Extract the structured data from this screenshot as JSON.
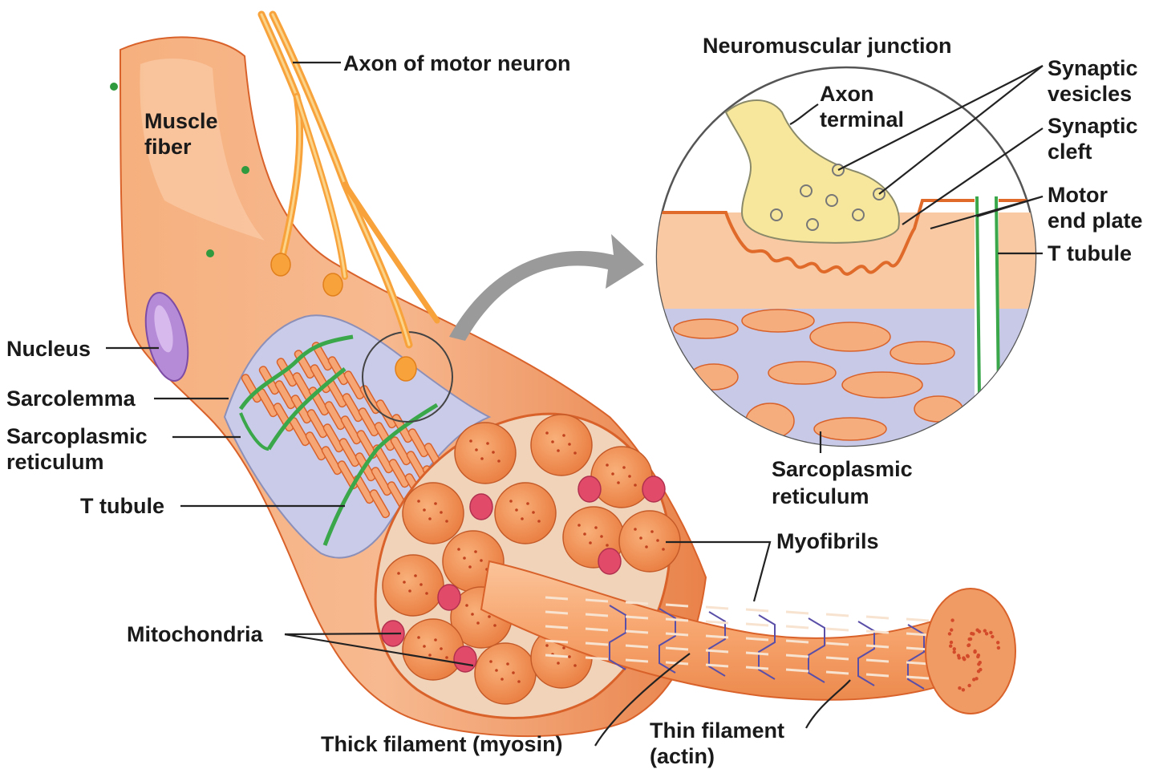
{
  "labels": {
    "axon_of_motor_neuron": "Axon of motor neuron",
    "muscle_fiber": [
      "Muscle",
      "fiber"
    ],
    "nucleus": "Nucleus",
    "sarcolemma": "Sarcolemma",
    "sarcoplasmic_reticulum_left": [
      "Sarcoplasmic",
      "reticulum"
    ],
    "t_tubule_left": "T tubule",
    "mitochondria": "Mitochondria",
    "thick_filament": "Thick filament (myosin)",
    "thin_filament": [
      "Thin filament",
      "(actin)"
    ],
    "myofibrils": "Myofibrils",
    "neuromuscular_junction": "Neuromuscular junction",
    "axon_terminal": [
      "Axon",
      "terminal"
    ],
    "synaptic_vesicles": [
      "Synaptic",
      "vesicles"
    ],
    "synaptic_cleft": [
      "Synaptic",
      "cleft"
    ],
    "motor_end_plate": [
      "Motor",
      "end plate"
    ],
    "t_tubule_right": "T tubule",
    "sarcoplasmic_reticulum_right": [
      "Sarcoplasmic",
      "reticulum"
    ]
  },
  "colors": {
    "muscle_fill": "#f4a06a",
    "muscle_light": "#fbc79c",
    "muscle_edge": "#d9622b",
    "axon": "#f7a23a",
    "t_tubule": "#3aa84a",
    "sr_fill": "#c7c9e6",
    "nucleus": "#a77ac8",
    "mitochondria": "#e24a6a",
    "axon_terminal": "#f7e79c",
    "arrow": "#9a9a9a"
  }
}
